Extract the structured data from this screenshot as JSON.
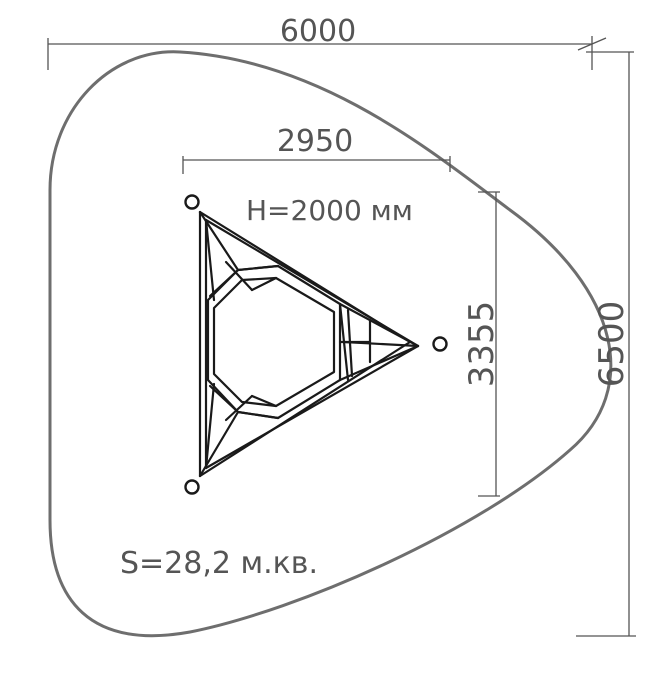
{
  "dimensions": {
    "overall_width": "6000",
    "overall_depth": "6500",
    "frame_width": "2950",
    "frame_depth": "3355"
  },
  "labels": {
    "height": "H=2000 мм",
    "area": "S=28,2 м.кв."
  },
  "colors": {
    "line": "#555555",
    "frame": "#1a1a1a",
    "zone": "#6e6e6e"
  }
}
